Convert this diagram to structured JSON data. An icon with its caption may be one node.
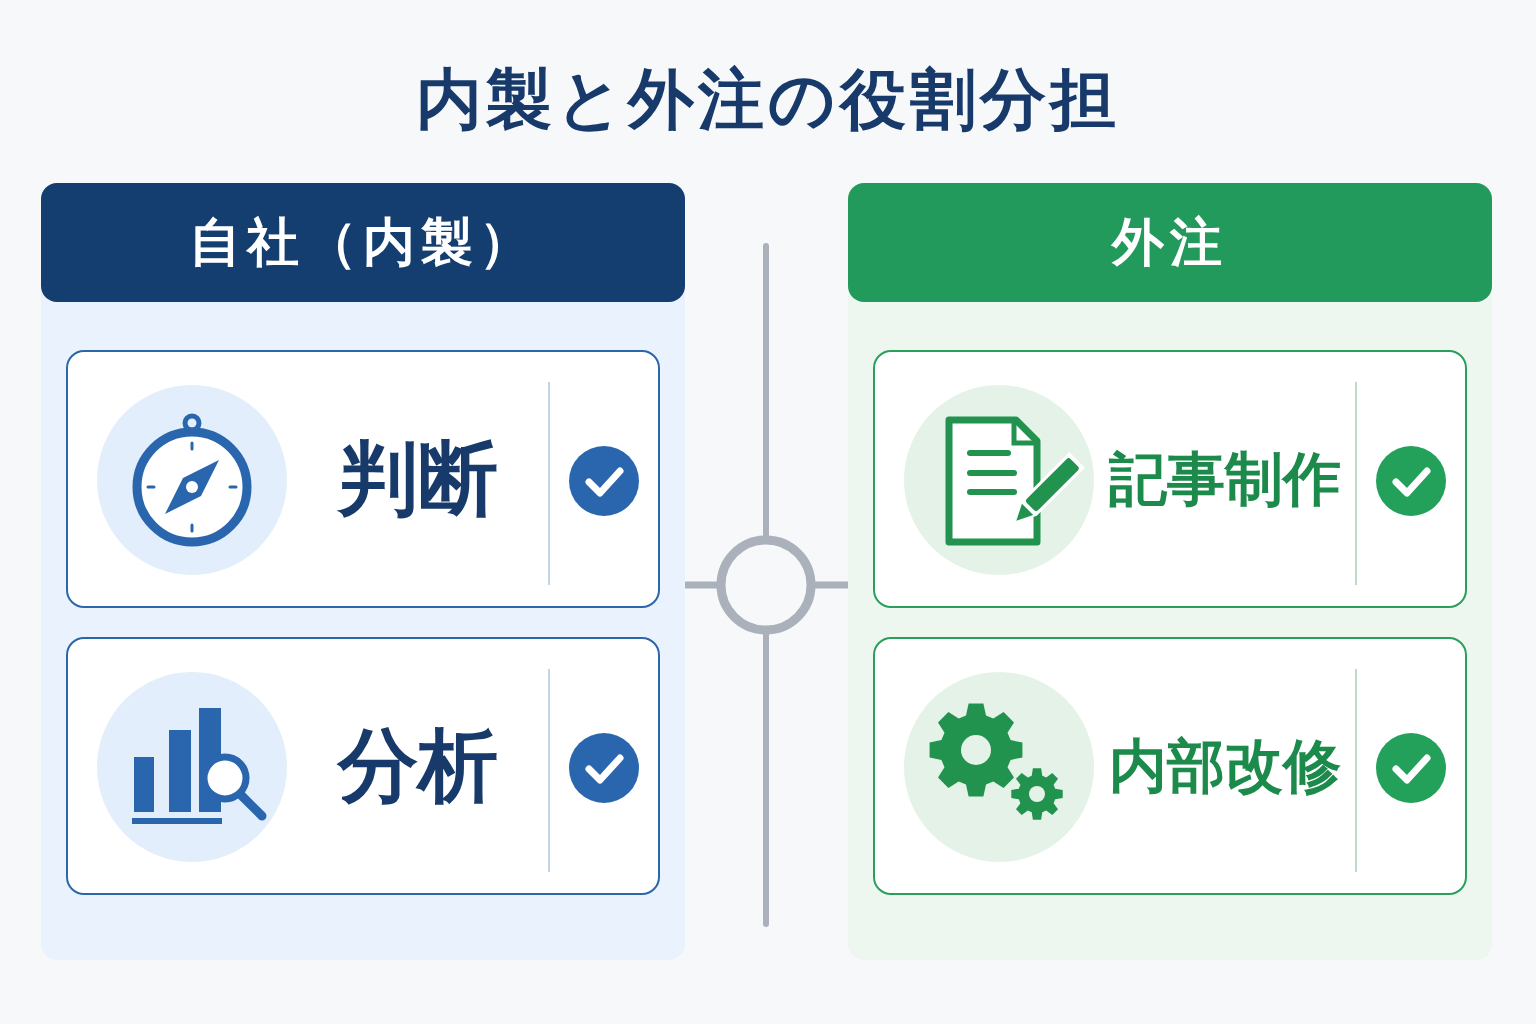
{
  "diagram": {
    "title": "内製と外注の役割分担",
    "nodes": [
      {
        "text": [
          "自社（内製）"
        ]
      },
      {
        "text": [
          "判断"
        ],
        "in": 0
      },
      {
        "text": [
          "分析"
        ],
        "in": 0
      },
      {
        "text": [
          "外注"
        ]
      },
      {
        "text": [
          "記事制作"
        ],
        "in": 3
      },
      {
        "text": [
          "内部改修"
        ],
        "in": 3
      }
    ]
  }
}
